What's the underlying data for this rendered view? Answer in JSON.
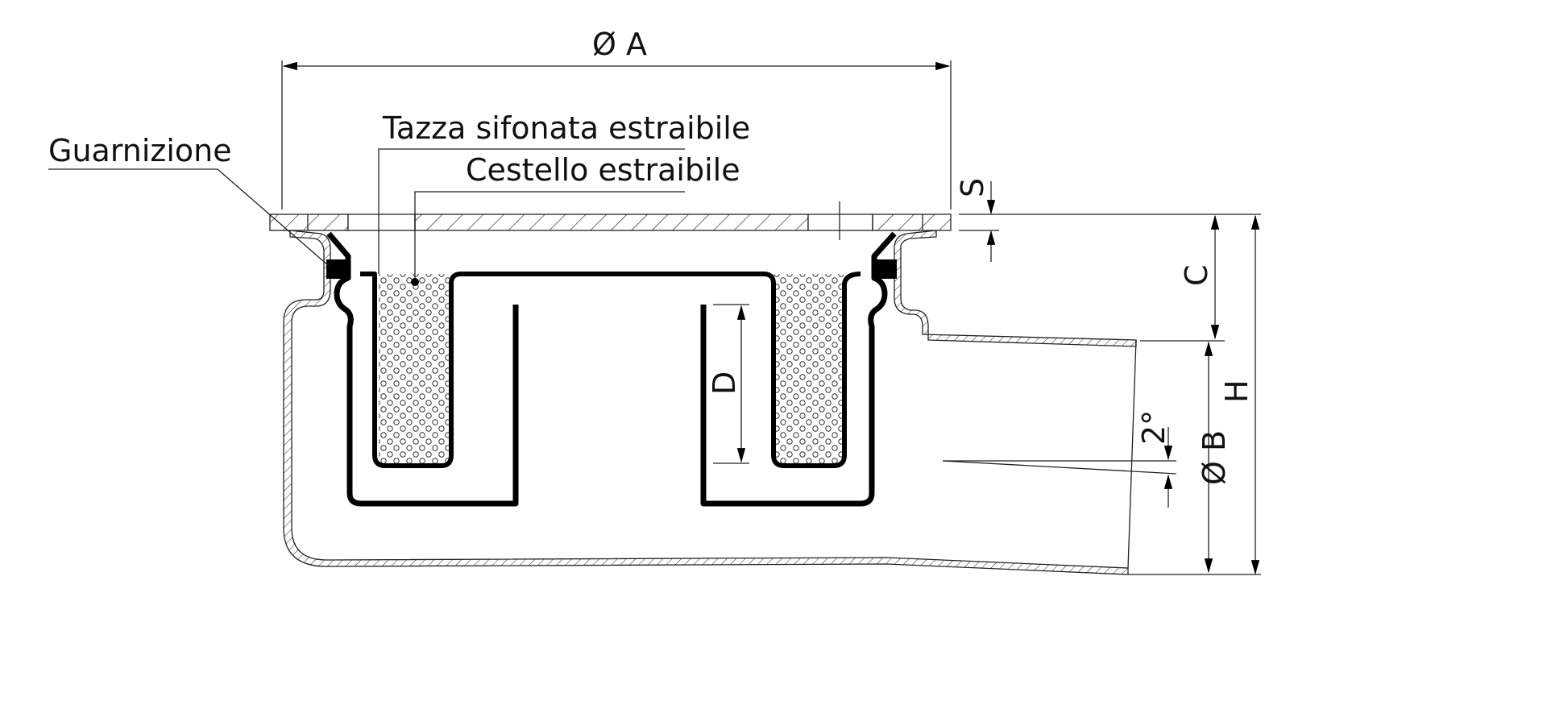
{
  "labels": {
    "diameter_a": "Ø A",
    "tazza": "Tazza sifonata estraibile",
    "cestello": "Cestello estraibile",
    "guarnizione": "Guarnizione",
    "s": "S",
    "c": "C",
    "h": "H",
    "d": "D",
    "angle": "2°",
    "diameter_b": "Ø B"
  },
  "colors": {
    "line": "#222222",
    "fill": "#000000"
  }
}
